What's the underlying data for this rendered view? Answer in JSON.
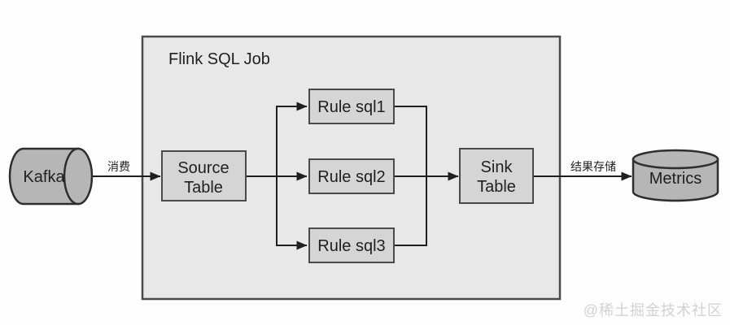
{
  "diagram": {
    "container": {
      "label": "Flink SQL Job"
    },
    "nodes": {
      "kafka": {
        "label": "Kafka"
      },
      "source_table": {
        "line1": "Source",
        "line2": "Table"
      },
      "rule_sql1": {
        "label": "Rule sql1"
      },
      "rule_sql2": {
        "label": "Rule sql2"
      },
      "rule_sql3": {
        "label": "Rule sql3"
      },
      "sink_table": {
        "line1": "Sink",
        "line2": "Table"
      },
      "metrics": {
        "label": "Metrics"
      }
    },
    "edge_labels": {
      "consume": "消费",
      "store": "结果存储"
    },
    "colors": {
      "page_background": "#fdfdfd",
      "container_fill": "#e8e8e8",
      "container_stroke": "#4a4a4a",
      "node_fill": "#d5d5d5",
      "node_stroke": "#4a4a4a",
      "cylinder_fill": "#b6b6b6",
      "cylinder_stroke": "#2e2e2e",
      "edge_stroke": "#1f1f1f",
      "watermark": "#d2d2d2"
    }
  },
  "watermark": {
    "text": "@稀土掘金技术社区"
  }
}
